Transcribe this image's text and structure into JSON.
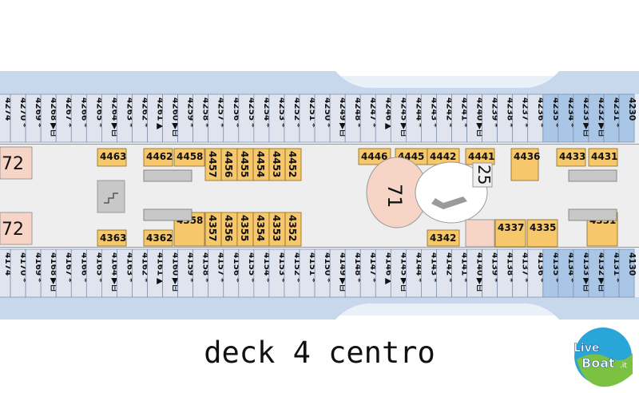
{
  "title": "deck 4 centro",
  "logo": {
    "line1": "Live",
    "line2": "Boat",
    "suffix": ".it"
  },
  "colors": {
    "cabin": "#dfe4ef",
    "cabin_highlight": "#a9c6e6",
    "hull": "#c8d8ec",
    "suite": "#f6c86b",
    "corridor": "#eeeeee",
    "stair": "#f6d4c6",
    "grey": "#c8c8c8"
  },
  "top_row": {
    "cabins": [
      "4274",
      "4270",
      "4269",
      "4268",
      "4267",
      "4266",
      "4265",
      "4264",
      "4263",
      "4262",
      "4261",
      "4260",
      "4259",
      "4258",
      "4257",
      "4256",
      "4255",
      "4254",
      "4253",
      "4252",
      "4251",
      "4250",
      "4249",
      "4248",
      "4247",
      "4246",
      "4245",
      "4244",
      "4243",
      "4242",
      "4241",
      "4240",
      "4239",
      "4238",
      "4237",
      "4236",
      "4235",
      "4234",
      "4233",
      "4232",
      "4231",
      "4230"
    ],
    "marks": [
      "",
      "*",
      "*",
      "▶⊟",
      "*",
      "*",
      "*",
      "▶⊟",
      "*",
      "*",
      "▲",
      "▶⊟",
      "*",
      "*",
      "*",
      "*",
      "*",
      "*",
      "*",
      "*",
      "*",
      "*",
      "▶⊟",
      "*",
      "*",
      "▲",
      "▶⊟",
      "*",
      "*",
      "*",
      "*",
      "▶⊟",
      "*",
      "*",
      "*",
      "*",
      "*",
      "*",
      "▶⊟",
      "▶⊟",
      "*",
      ""
    ],
    "highlight_from": 36
  },
  "bottom_row": {
    "cabins": [
      "4174",
      "4170",
      "4169",
      "4168",
      "4167",
      "4166",
      "4165",
      "4164",
      "4163",
      "4162",
      "4161",
      "4160",
      "4159",
      "4158",
      "4157",
      "4156",
      "4155",
      "4154",
      "4153",
      "4152",
      "4151",
      "4150",
      "4149",
      "4148",
      "4147",
      "4146",
      "4145",
      "4144",
      "4143",
      "4142",
      "4141",
      "4140",
      "4139",
      "4138",
      "4137",
      "4136",
      "4135",
      "4134",
      "4133",
      "4132",
      "4131",
      "4130"
    ],
    "marks": [
      "",
      "*",
      "*",
      "▶⊟",
      "*",
      "*",
      "*",
      "▶⊟",
      "*",
      "*",
      "▲",
      "▶⊟",
      "*",
      "*",
      "*",
      "*",
      "*",
      "*",
      "*",
      "*",
      "*",
      "*",
      "▶⊟",
      "*",
      "*",
      "▲",
      "▶⊟",
      "*",
      "*",
      "*",
      "*",
      "▶⊟",
      "*",
      "*",
      "*",
      "*",
      "*",
      "*",
      "▶⊟",
      "▶⊟",
      "*",
      ""
    ],
    "highlight_from": 36
  },
  "suites": {
    "top": [
      {
        "label": "4463"
      },
      {
        "label": "4462"
      },
      {
        "label": "4458"
      },
      {
        "label": "4457"
      },
      {
        "label": "4456"
      },
      {
        "label": "4455"
      },
      {
        "label": "4454"
      },
      {
        "label": "4453"
      },
      {
        "label": "4452"
      },
      {
        "label": "4446"
      },
      {
        "label": "4445"
      },
      {
        "label": "4442"
      },
      {
        "label": "4441"
      },
      {
        "label": "4436"
      },
      {
        "label": "4433"
      },
      {
        "label": "4431"
      }
    ],
    "bottom": [
      {
        "label": "4363"
      },
      {
        "label": "4362"
      },
      {
        "label": "4358"
      },
      {
        "label": "4357"
      },
      {
        "label": "4356"
      },
      {
        "label": "4355"
      },
      {
        "label": "4354"
      },
      {
        "label": "4353"
      },
      {
        "label": "4352"
      },
      {
        "label": "4342"
      },
      {
        "label": "4337"
      },
      {
        "label": "4335"
      },
      {
        "label": "4331"
      }
    ]
  },
  "areas": {
    "stair_top": "72",
    "stair_bottom": "72",
    "atrium": "71",
    "lift": "25"
  }
}
